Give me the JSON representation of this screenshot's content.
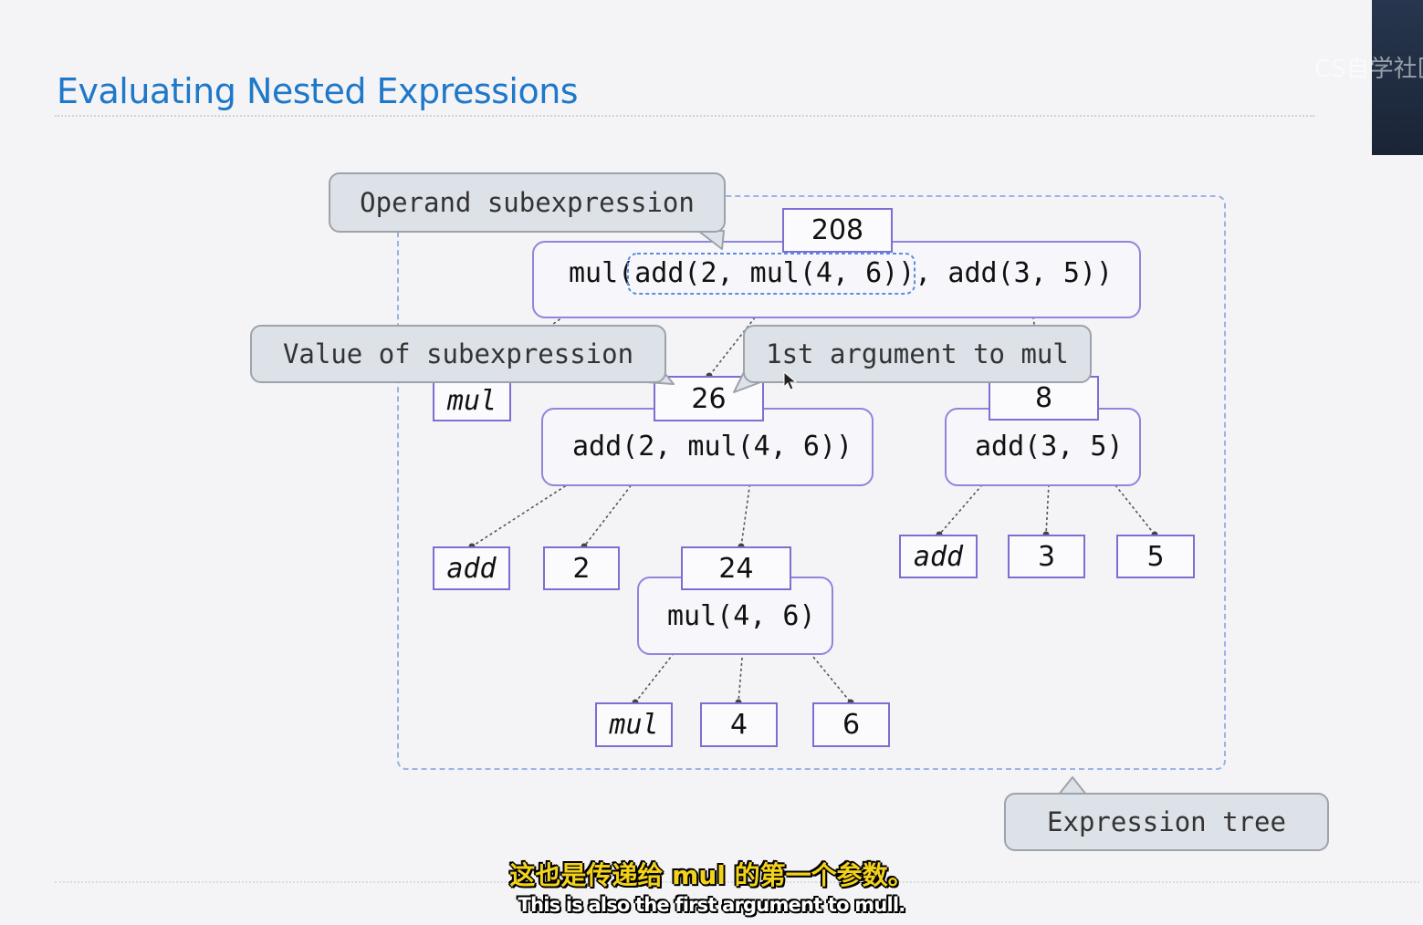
{
  "slide": {
    "title": "Evaluating Nested Expressions",
    "watermark": "CS自学社区"
  },
  "tree": {
    "root": {
      "expression": "mul(add(2, mul(4, 6)), add(3, 5))",
      "value": "208"
    },
    "operator_leaf": "mul",
    "left_child": {
      "expression": "add(2, mul(4, 6))",
      "value": "26",
      "operator": "add",
      "arg1": "2"
    },
    "right_child": {
      "expression": "add(3, 5)",
      "value": "8",
      "operator": "add",
      "arg1": "3",
      "arg2": "5"
    },
    "inner_child": {
      "expression": "mul(4, 6)",
      "value": "24",
      "operator": "mul",
      "arg1": "4",
      "arg2": "6"
    }
  },
  "callouts": {
    "operand_subexpression": "Operand subexpression",
    "value_of_subexpression": "Value of subexpression",
    "first_argument": "1st argument to mul",
    "expression_tree": "Expression tree"
  },
  "subtitles": {
    "zh": "这也是传递给 mul 的第一个参数。",
    "en": "This is also the first argument to mull."
  },
  "colors": {
    "title": "#1f78c8",
    "box_border": "#7b6fd2",
    "frame_border": "#9ab4e6",
    "callout_fill": "#dde1e8",
    "subtitle_zh": "#f2d21b"
  }
}
